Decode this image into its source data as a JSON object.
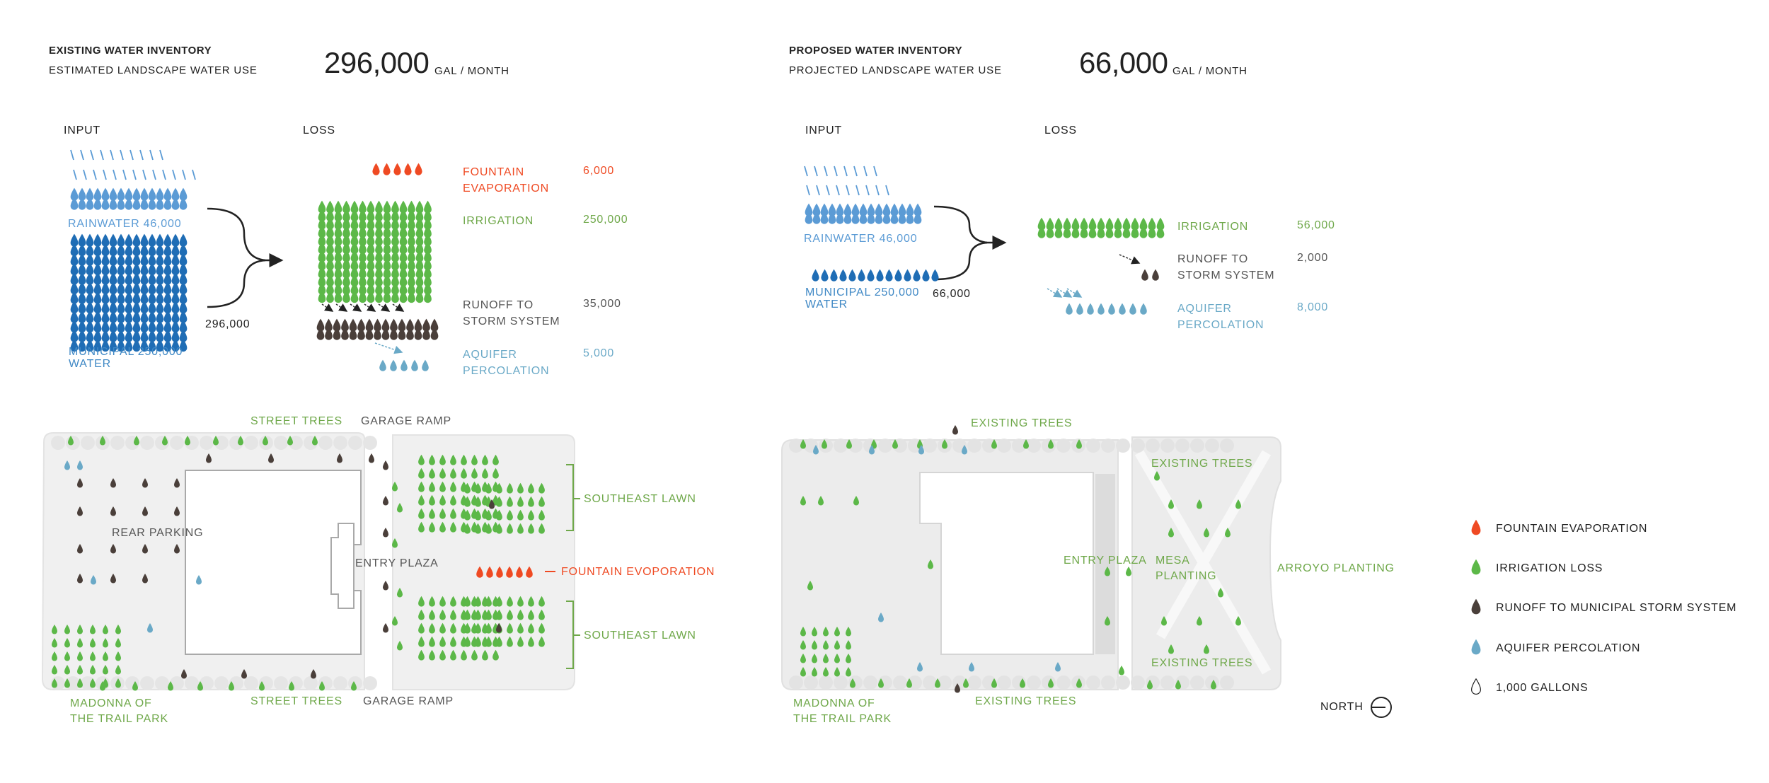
{
  "existing": {
    "title": "EXISTING WATER INVENTORY",
    "subtitle": "ESTIMATED LANDSCAPE WATER USE",
    "total": "296,000",
    "unit": "GAL / MONTH",
    "input_label": "INPUT",
    "loss_label": "LOSS",
    "rainwater_label": "RAINWATER 46,000",
    "municipal_label": "MUNICIPAL 250,000\nWATER",
    "sum_label": "296,000",
    "losses": [
      {
        "label": "FOUNTAIN\nEVAPORATION",
        "value": "6,000"
      },
      {
        "label": "IRRIGATION",
        "value": "250,000"
      },
      {
        "label": "RUNOFF TO\nSTORM SYSTEM",
        "value": "35,000"
      },
      {
        "label": "AQUIFER\nPERCOLATION",
        "value": "5,000"
      }
    ],
    "map_labels": {
      "street_trees_top": "STREET TREES",
      "garage_ramp_top": "GARAGE RAMP",
      "southeast_lawn_1": "SOUTHEAST LAWN",
      "rear_parking": "REAR PARKING",
      "entry_plaza": "ENTRY PLAZA",
      "fountain": "FOUNTAIN EVOPORATION",
      "southeast_lawn_2": "SOUTHEAST LAWN",
      "madonna": "MADONNA OF\nTHE TRAIL PARK",
      "street_trees_bottom": "STREET TREES",
      "garage_ramp_bottom": "GARAGE RAMP"
    }
  },
  "proposed": {
    "title": "PROPOSED WATER INVENTORY",
    "subtitle": "PROJECTED LANDSCAPE WATER USE",
    "total": "66,000",
    "unit": "GAL / MONTH",
    "input_label": "INPUT",
    "loss_label": "LOSS",
    "rainwater_label": "RAINWATER 46,000",
    "municipal_label": "MUNICIPAL 250,000\nWATER",
    "sum_label": "66,000",
    "losses": [
      {
        "label": "IRRIGATION",
        "value": "56,000"
      },
      {
        "label": "RUNOFF TO\nSTORM SYSTEM",
        "value": "2,000"
      },
      {
        "label": "AQUIFER\nPERCOLATION",
        "value": "8,000"
      }
    ],
    "map_labels": {
      "existing_trees_top": "EXISTING TREES",
      "existing_trees_right_top": "EXISTING TREES",
      "entry_plaza": "ENTRY PLAZA",
      "mesa": "MESA\nPLANTING",
      "arroyo": "ARROYO PLANTING",
      "existing_trees_right_bottom": "EXISTING TREES",
      "madonna": "MADONNA OF\nTHE TRAIL PARK",
      "existing_trees_bottom": "EXISTING TREES"
    }
  },
  "legend": {
    "items": [
      {
        "label": "FOUNTAIN EVAPORATION",
        "color": "#ef4a23",
        "icon": "orange-drop-icon"
      },
      {
        "label": "IRRIGATION LOSS",
        "color": "#5cb848",
        "icon": "green-drop-icon"
      },
      {
        "label": "RUNOFF TO MUNICIPAL STORM SYSTEM",
        "color": "#4a3f3a",
        "icon": "dark-drop-icon"
      },
      {
        "label": "AQUIFER PERCOLATION",
        "color": "#6aa9c7",
        "icon": "blue-drop-icon"
      },
      {
        "label": "1,000 GALLONS",
        "color": "#ffffff",
        "icon": "outline-drop-icon"
      }
    ],
    "north_label": "NORTH"
  },
  "colors": {
    "fountain": "#ef4a23",
    "irrigation": "#5cb848",
    "runoff": "#4a3f3a",
    "aquifer": "#6aa9c7",
    "rain_light": "#5b9bd5",
    "municipal": "#1f6db5",
    "text_green": "#6fa84a",
    "text_blue": "#3f88c5"
  }
}
